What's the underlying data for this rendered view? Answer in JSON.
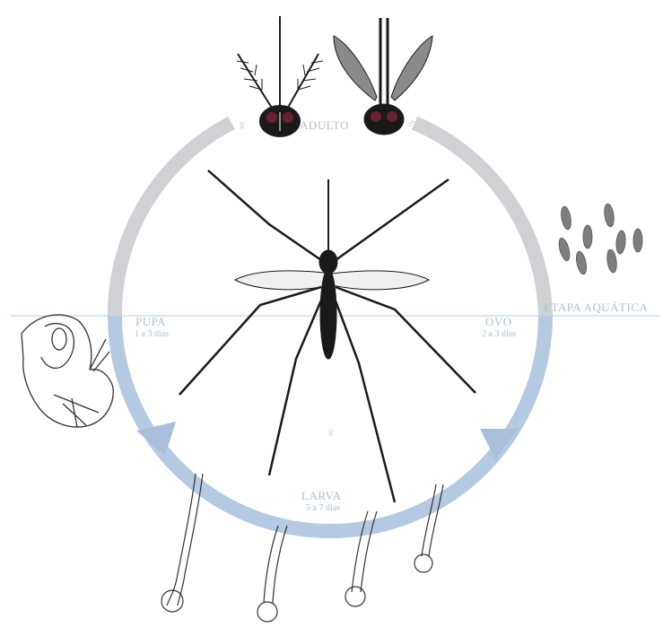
{
  "adult": {
    "title": "ADULTO"
  },
  "egg": {
    "title": "OVO",
    "days": "2 a 3 dias"
  },
  "larva": {
    "title": "LARVA",
    "days": "5 a 7 dias"
  },
  "pupa": {
    "title": "PUPA",
    "days": "1 a 3 dias"
  },
  "aquatic": {
    "title": "ETAPA AQUÁTICA"
  },
  "symbols": {
    "female": "♀",
    "male": "♂",
    "center_female": "♀"
  },
  "colors": {
    "cycle_grey": "#cfd1d4",
    "cycle_blue": "#b4c9e2",
    "label_blue": "#a9c0da",
    "label_grey": "#bcbcbc",
    "line": "#c9d6e6",
    "ink": "#1a1a1a"
  }
}
